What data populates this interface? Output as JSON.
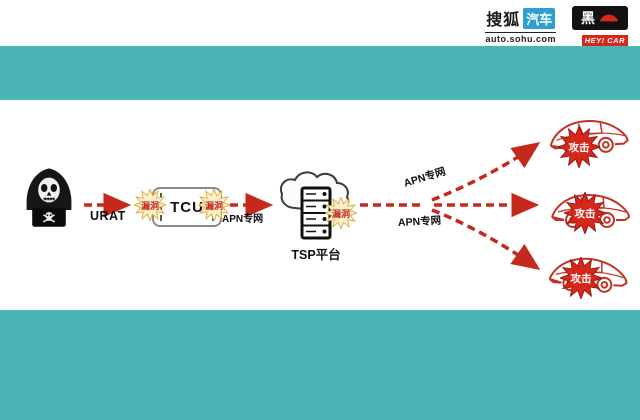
{
  "header": {
    "sohu": {
      "brand": "搜狐",
      "product": "汽车",
      "domain": "auto.sohu.com"
    },
    "heycar": {
      "glyph": "黑",
      "tagline": "HEY! CAR"
    }
  },
  "diagram": {
    "urat_label": "URAT",
    "tcu_label": "TCU",
    "apn_mid_label": "APN专网",
    "apn_top_label": "APN专网",
    "apn_bottom_label": "APN专网",
    "tsp_label": "TSP平台",
    "vulnerability_label": "漏洞",
    "attack_label": "攻击"
  },
  "colors": {
    "background_teal": "#4bb4b4",
    "arrow_red": "#c5281c",
    "attack_red": "#d6281a",
    "vulnerability_fill": "#f9f1cc",
    "sohu_blue": "#2e9fd0"
  }
}
